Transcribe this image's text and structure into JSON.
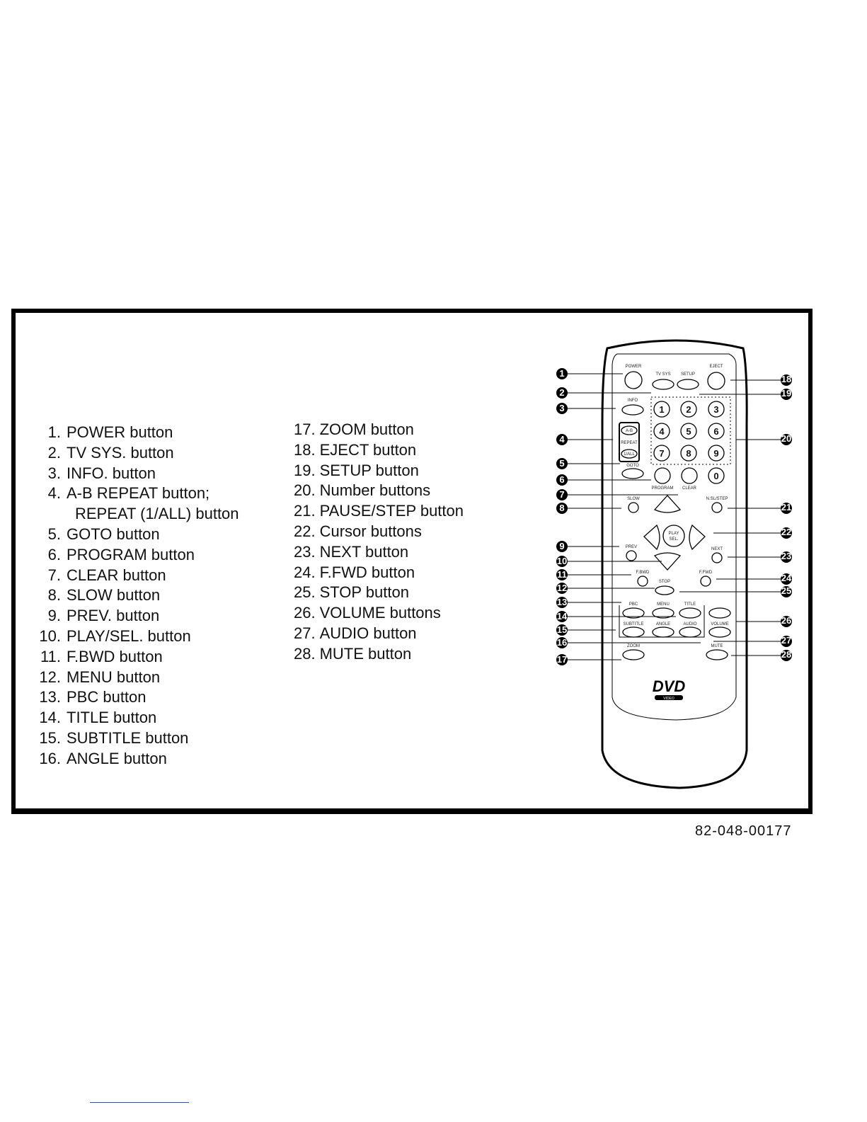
{
  "legend_left": [
    {
      "n": "1.",
      "label": "POWER button"
    },
    {
      "n": "2.",
      "label": "TV SYS. button"
    },
    {
      "n": "3.",
      "label": "INFO. button"
    },
    {
      "n": "4.",
      "label": "A-B REPEAT button;"
    },
    {
      "n": "",
      "label": "REPEAT (1/ALL) button"
    },
    {
      "n": "5.",
      "label": "GOTO button"
    },
    {
      "n": "6.",
      "label": "PROGRAM button"
    },
    {
      "n": "7.",
      "label": "CLEAR button"
    },
    {
      "n": "8.",
      "label": "SLOW button"
    },
    {
      "n": "9.",
      "label": "PREV. button"
    },
    {
      "n": "10.",
      "label": "PLAY/SEL. button"
    },
    {
      "n": "11.",
      "label": "F.BWD button"
    },
    {
      "n": "12.",
      "label": "MENU button"
    },
    {
      "n": "13.",
      "label": "PBC button"
    },
    {
      "n": "14.",
      "label": "TITLE button"
    },
    {
      "n": "15.",
      "label": "SUBTITLE button"
    },
    {
      "n": "16.",
      "label": "ANGLE button"
    }
  ],
  "legend_right": [
    {
      "n": "17.",
      "label": "ZOOM button"
    },
    {
      "n": "18.",
      "label": "EJECT button"
    },
    {
      "n": "19.",
      "label": "SETUP button"
    },
    {
      "n": "20.",
      "label": "Number buttons"
    },
    {
      "n": "21.",
      "label": "PAUSE/STEP button"
    },
    {
      "n": "22.",
      "label": "Cursor buttons"
    },
    {
      "n": "23.",
      "label": "NEXT button"
    },
    {
      "n": "24.",
      "label": "F.FWD button"
    },
    {
      "n": "25.",
      "label": "STOP button"
    },
    {
      "n": "26.",
      "label": "VOLUME buttons"
    },
    {
      "n": "27.",
      "label": "AUDIO button"
    },
    {
      "n": "28.",
      "label": "MUTE button"
    }
  ],
  "remote": {
    "power": "POWER",
    "tvsys": "TV SYS",
    "setup": "SETUP",
    "eject": "EJECT",
    "info": "INFO",
    "ab": "A-B",
    "repeat": "REPEAT",
    "oneall": "1/ALL",
    "goto": "GOTO",
    "program": "PROGRAM",
    "clear": "CLEAR",
    "slow": "SLOW",
    "pausestep": "N.SL/STEP",
    "play": "PLAY",
    "sel": "SEL.",
    "prev": "PREV",
    "next": "NEXT",
    "fbwd": "F.BWD",
    "ffwd": "F.FWD",
    "stop": "STOP",
    "pbc": "PBC",
    "menu": "MENU",
    "title": "TITLE",
    "subtitle": "SUBTITLE",
    "angle": "ANGLE",
    "audio": "AUDIO",
    "volume": "VOLUME",
    "zoom": "ZOOM",
    "mute": "MUTE",
    "digits": [
      "1",
      "2",
      "3",
      "4",
      "5",
      "6",
      "7",
      "8",
      "9",
      "0"
    ],
    "logo": "DVD",
    "logo_sub": "VIDEO"
  },
  "callouts_left": [
    "1",
    "2",
    "3",
    "4",
    "5",
    "6",
    "7",
    "8",
    "9",
    "10",
    "11",
    "12",
    "13",
    "14",
    "15",
    "16",
    "17"
  ],
  "callouts_right": [
    "18",
    "19",
    "20",
    "21",
    "22",
    "23",
    "24",
    "25",
    "26",
    "27",
    "28"
  ],
  "part_number": "82-048-00177"
}
